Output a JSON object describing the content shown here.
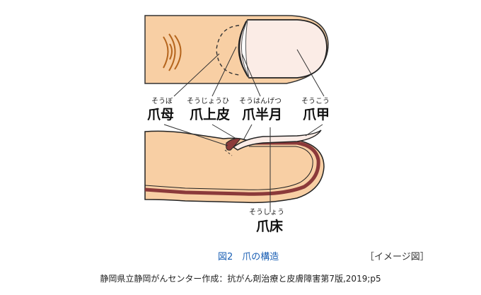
{
  "labels": {
    "hyponychium": {
      "ruby": "そうぼ",
      "term": "爪母"
    },
    "eponychium": {
      "ruby": "そうじょうひ",
      "term": "爪上皮"
    },
    "lunula": {
      "ruby": "そうはんげつ",
      "term": "爪半月"
    },
    "nail_plate": {
      "ruby": "そうこう",
      "term": "爪甲"
    },
    "nail_bed": {
      "ruby": "そうしょう",
      "term": "爪床"
    }
  },
  "caption": "図2　爪の構造",
  "image_note": "［イメージ図］",
  "source": "静岡県立静岡がんセンター作成：抗がん剤治療と皮膚障害第7版,2019;p5",
  "colors": {
    "skin": "#f8cfa4",
    "skin_outline": "#333333",
    "nail_plate": "#fbece6",
    "nail_bed_band": "#8b3a3a",
    "caption": "#1a5fb4"
  }
}
